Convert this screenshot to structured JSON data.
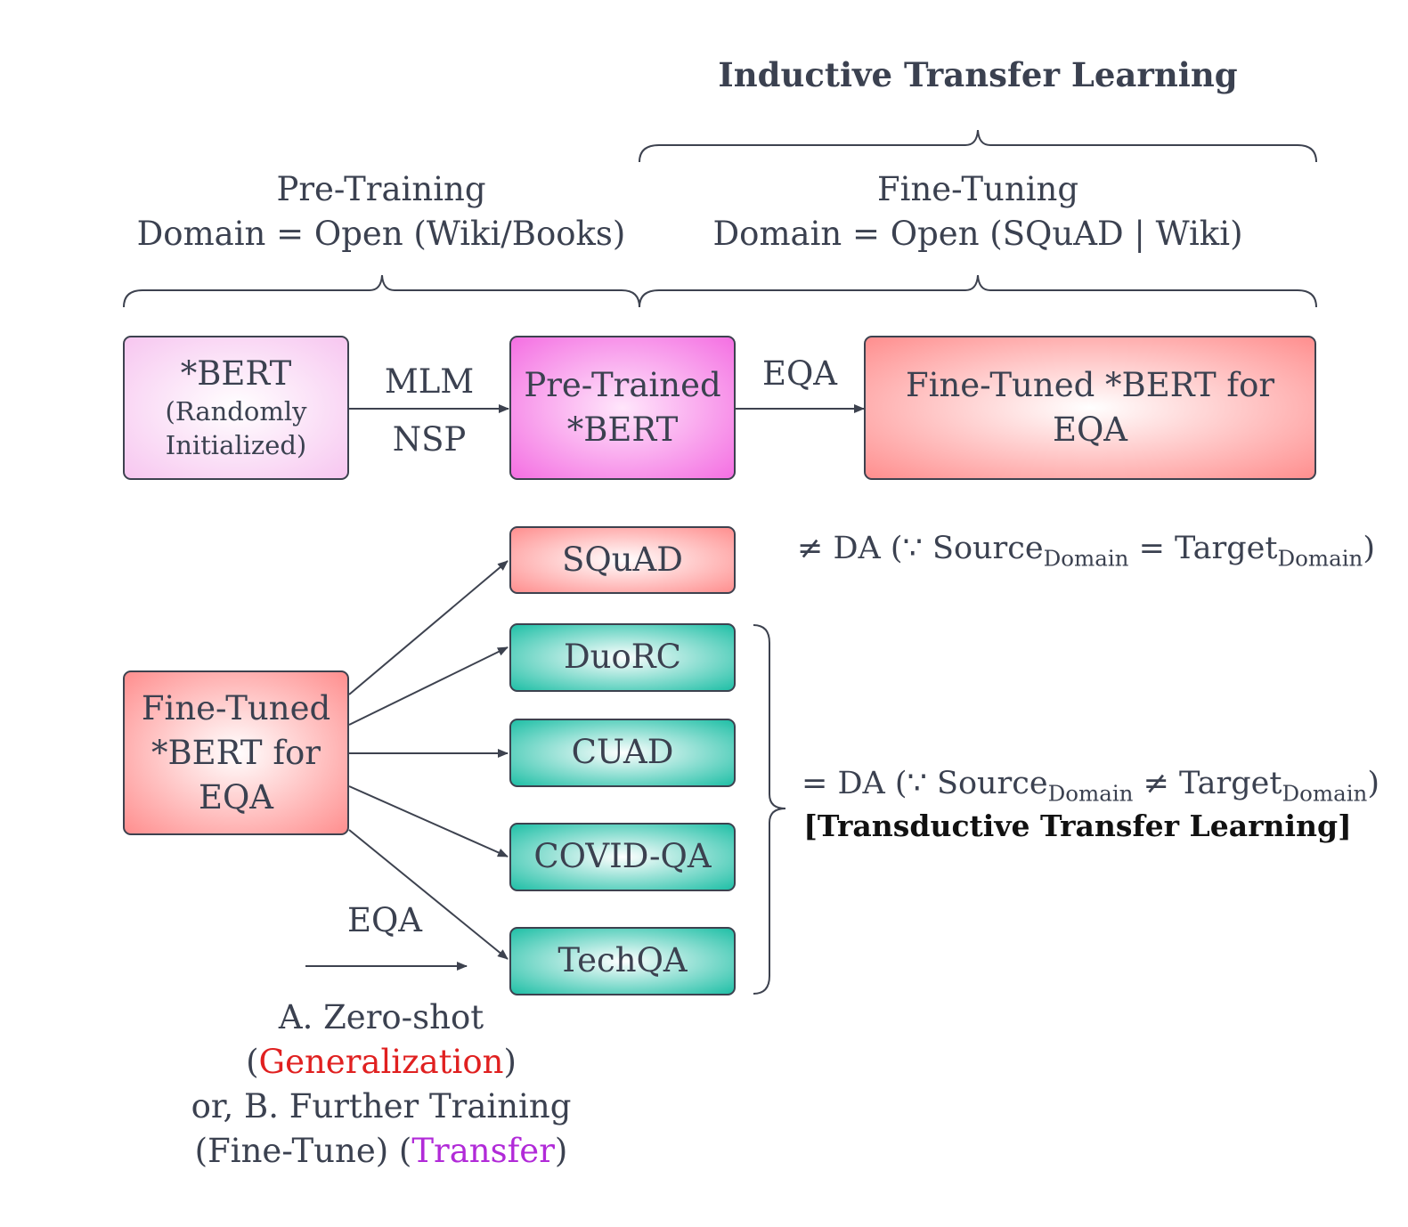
{
  "title": "Inductive Transfer Learning",
  "pretraining": {
    "line1": "Pre-Training",
    "line2": "Domain = Open (Wiki/Books)"
  },
  "finetuning": {
    "line1": "Fine-Tuning",
    "line2": "Domain = Open (SQuAD | Wiki)"
  },
  "nodes": {
    "bert_random": {
      "title": "*BERT",
      "sub1": "(Randomly",
      "sub2": "Initialized)"
    },
    "pretrained": {
      "line1": "Pre-Trained",
      "line2": "*BERT"
    },
    "finetuned_top": {
      "line1": "Fine-Tuned *BERT for",
      "line2": "EQA"
    },
    "finetuned_left": {
      "line1": "Fine-Tuned",
      "line2": "*BERT for",
      "line3": "EQA"
    }
  },
  "edges": {
    "mlm": "MLM",
    "nsp": "NSP",
    "eqa_top": "EQA",
    "eqa_bottom": "EQA"
  },
  "datasets": [
    "SQuAD",
    "DuoRC",
    "CUAD",
    "COVID-QA",
    "TechQA"
  ],
  "da_not": {
    "prefix": "≠ DA (∵ Source",
    "sub1": "Domain",
    "mid": " = Target",
    "sub2": "Domain",
    "suffix": ")"
  },
  "da_eq": {
    "prefix": "= DA (∵ Source",
    "sub1": "Domain",
    "mid": " ≠ Target",
    "sub2": "Domain",
    "suffix": ")",
    "line2": "[Transductive Transfer Learning]"
  },
  "legend": {
    "line1": "A. Zero-shot",
    "gen_open": "(",
    "gen_word": "Generalization",
    "gen_close": ")",
    "line3": "or, B. Further Training",
    "line4_prefix": "(Fine-Tune) (",
    "trans_word": "Transfer",
    "line4_suffix": ")"
  },
  "colors": {
    "ink": "#3b4150",
    "generalization": "#e02020",
    "transfer": "#b12ad8",
    "teal": "#1fbfa6",
    "red": "#ff8e8e",
    "pink": "#f46fe2"
  }
}
